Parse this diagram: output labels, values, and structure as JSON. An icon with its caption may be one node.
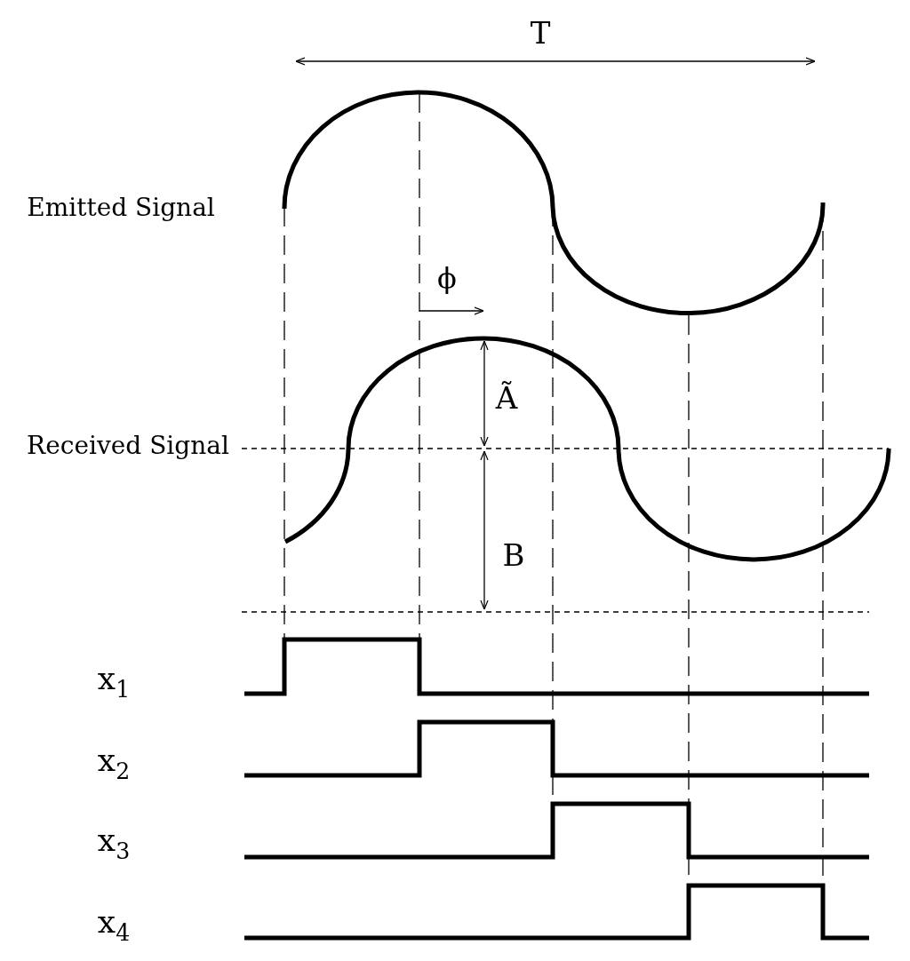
{
  "diagram": {
    "labels": [
      "T",
      "Emitted Signal",
      "ϕ",
      "Ã",
      "Received Signal",
      "B",
      "x$_{1}$",
      "x$_{2}$",
      "x$_{3}$",
      "x$_{4}$"
    ]
  }
}
